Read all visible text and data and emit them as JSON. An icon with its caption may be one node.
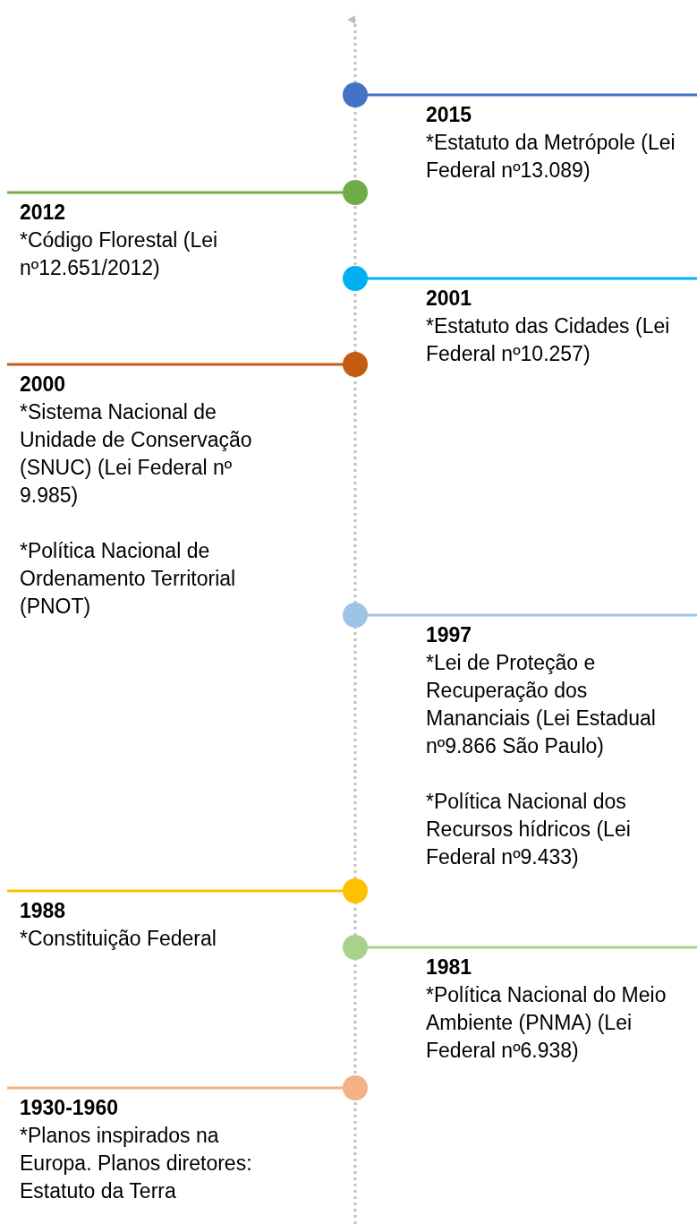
{
  "diagram": {
    "nodes": [
      {
        "text": [
          "2015",
          "*Estatuto da Metrópole (Lei Federal nº13.089)"
        ]
      },
      {
        "text": [
          "2012",
          "*Código Florestal (Lei nº12.651/2012)"
        ]
      },
      {
        "text": [
          "2001",
          "*Estatuto das Cidades (Lei Federal nº10.257)"
        ]
      },
      {
        "text": [
          "2000",
          "*Sistema Nacional de Unidade de Conservação (SNUC) (Lei Federal nº 9.985)",
          "*Política Nacional de Ordenamento Territorial (PNOT)"
        ]
      },
      {
        "text": [
          "1997",
          "*Lei de Proteção e Recuperação dos Mananciais (Lei Estadual nº9.866 São Paulo)",
          "*Política Nacional dos Recursos hídricos (Lei Federal nº9.433)"
        ]
      },
      {
        "text": [
          "1988",
          "*Constituição Federal"
        ]
      },
      {
        "text": [
          "1981",
          "*Política Nacional do Meio Ambiente (PNMA) (Lei Federal nº6.938)"
        ]
      },
      {
        "text": [
          "1930-1960",
          "*Planos inspirados na Europa. Planos diretores: Estatuto da Terra"
        ]
      }
    ]
  }
}
